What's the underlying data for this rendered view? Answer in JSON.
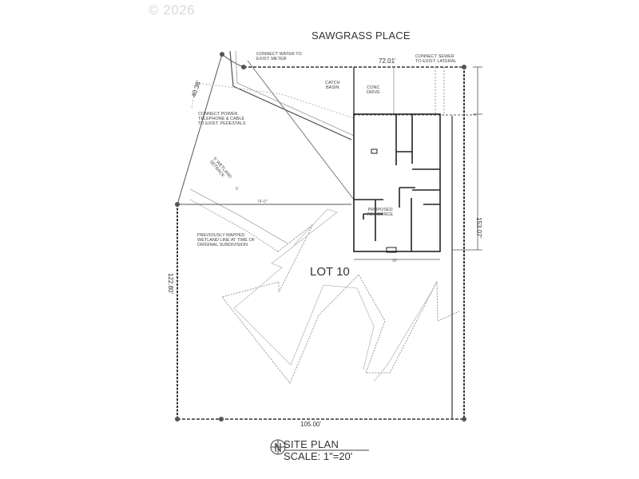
{
  "watermark": "© 2026",
  "drawing": {
    "street_name": "SAWGRASS PLACE",
    "lot_label": "LOT 10",
    "title": "SITE PLAN",
    "scale": "SCALE: 1\"=20'",
    "north_arrow_icon": "north-arrow-icon"
  },
  "annotations": {
    "connect_water": "CONNECT WATER TO\nEXIST. METER",
    "connect_sewer": "CONNECT SEWER\nTO EXIST. LATERAL",
    "catch_basin": "CATCH\nBASIN",
    "conc_drive": "CONC\nDRIVE",
    "connect_power": "CONNECT POWER,\nTELEPHONE & CABLE\nTO EXIST. PEDESTALS",
    "wetland_setback": "5' WETLAND\nSETBACK",
    "previously_mapped": "PREVIOUSLY MAPPED\nWETLAND LINE AT TIME OF\nORIGINAL SUBDIVISION",
    "proposed_residence": "PROPOSED\nRESIDENCE"
  },
  "dimensions": {
    "front": "72.01'",
    "angled_front": "40.36'",
    "left_side": "122.80'",
    "rear": "105.00'",
    "right_side": "153.07'",
    "house_width": "30'",
    "side_setback": "74'-0\"",
    "wetland_offset": "5'"
  },
  "colors": {
    "line": "#333333",
    "light_line": "#9a9a9a",
    "wall": "#222222",
    "watermark": "#d8d8d8"
  }
}
